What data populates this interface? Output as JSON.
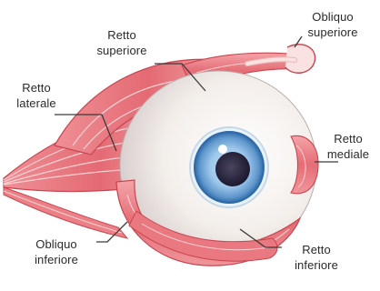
{
  "labels": {
    "retto_superiore": {
      "line1": "Retto",
      "line2": "superiore"
    },
    "obliquo_superiore": {
      "line1": "Obliquo",
      "line2": "superiore"
    },
    "retto_laterale": {
      "line1": "Retto",
      "line2": "laterale"
    },
    "retto_mediale": {
      "line1": "Retto",
      "line2": "mediale"
    },
    "obliquo_inferiore": {
      "line1": "Obliquo",
      "line2": "inferiore"
    },
    "retto_inferiore": {
      "line1": "Retto",
      "line2": "inferiore"
    }
  },
  "colors": {
    "muscle": "#e9727a",
    "muscle_light": "#f6b6b8",
    "muscle_stroke": "#c8444e",
    "tendon": "#f9e2e1",
    "sclera": "#f7f4f1",
    "iris": "#7fb2de",
    "iris_ring": "#3f78b4",
    "pupil": "#25213a",
    "leader_line": "#3a3a3a"
  }
}
